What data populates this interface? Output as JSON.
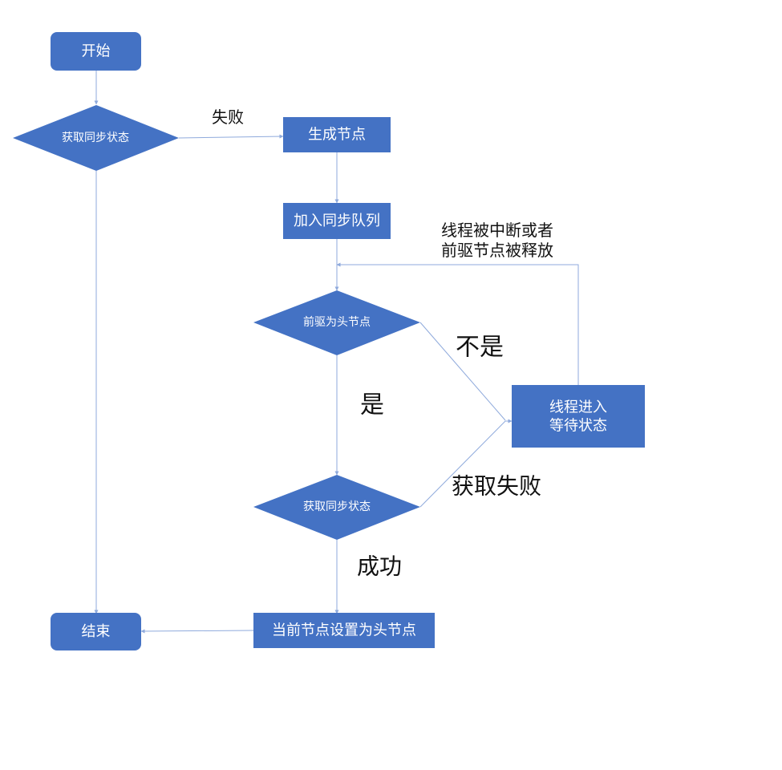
{
  "colors": {
    "node_fill": "#4472C4",
    "node_text": "#ffffff",
    "connector": "#8FAADC",
    "label_text": "#111111"
  },
  "nodes": {
    "start": "开始",
    "acquire_sync_state_1": "获取同步状态",
    "create_node": "生成节点",
    "join_sync_queue": "加入同步队列",
    "predecessor_is_head": "前驱为头节点",
    "acquire_sync_state_2": "获取同步状态",
    "set_current_as_head": "当前节点设置为头节点",
    "end": "结束",
    "thread_wait_line1": "线程进入",
    "thread_wait_line2": "等待状态"
  },
  "edge_labels": {
    "failure": "失败",
    "not_yes": "不是",
    "yes": "是",
    "acquire_failure": "获取失败",
    "success": "成功",
    "interrupted_line1": "线程被中断或者",
    "interrupted_line2": "前驱节点被释放"
  }
}
